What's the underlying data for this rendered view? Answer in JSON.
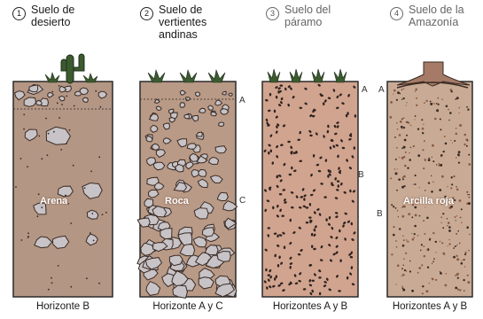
{
  "columns": [
    {
      "number": "1",
      "title_lines": [
        "Suelo de",
        "desierto"
      ],
      "inside_label": "Arena",
      "horizon_letters": [],
      "caption": "Horizonte B"
    },
    {
      "number": "2",
      "title_lines": [
        "Suelo de",
        "vertientes",
        "andinas"
      ],
      "inside_label": "Roca",
      "horizon_letters": [
        "A",
        "C"
      ],
      "caption": "Horizonte A y C"
    },
    {
      "number": "3",
      "title_lines": [
        "Suelo del",
        "páramo"
      ],
      "inside_label": "",
      "horizon_letters": [
        "A",
        "B"
      ],
      "caption": "Horizontes A y B"
    },
    {
      "number": "4",
      "title_lines": [
        "Suelo de la",
        "Amazonía"
      ],
      "inside_label": "Arcilla roja",
      "horizon_letters": [
        "A",
        "B"
      ],
      "caption": "Horizontes A y B"
    }
  ],
  "icons": [
    "cactus-icon",
    "grass-tuft-icon",
    "tree-stump-icon"
  ],
  "colors": {
    "desert_soil": "#b49684",
    "andean_soil": "#b99a86",
    "paramo_soil": "#d1a48f",
    "amazon_soil": "#c9ab95",
    "rock": "#c7c3c6",
    "plant": "#3c5a2f",
    "outline": "#2a2a2a"
  }
}
